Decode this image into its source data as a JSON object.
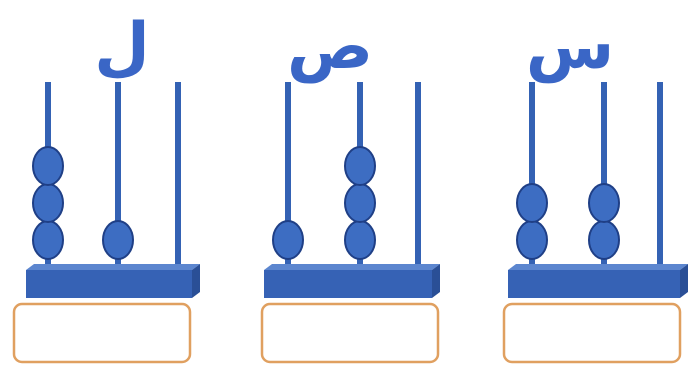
{
  "colors": {
    "rod": "#3462b4",
    "bead_fill": "#3d6dc2",
    "bead_stroke": "#1f3f86",
    "base_top": "#5c86cf",
    "base_front": "#3662b5",
    "base_side": "#2a4f96",
    "box_stroke": "#e0a060",
    "label": "#3a66c6"
  },
  "abaci": [
    {
      "label": "ل",
      "beads_per_rod": [
        3,
        1,
        0
      ]
    },
    {
      "label": "ص",
      "beads_per_rod": [
        1,
        3,
        0
      ]
    },
    {
      "label": "س",
      "beads_per_rod": [
        2,
        2,
        0
      ]
    }
  ]
}
